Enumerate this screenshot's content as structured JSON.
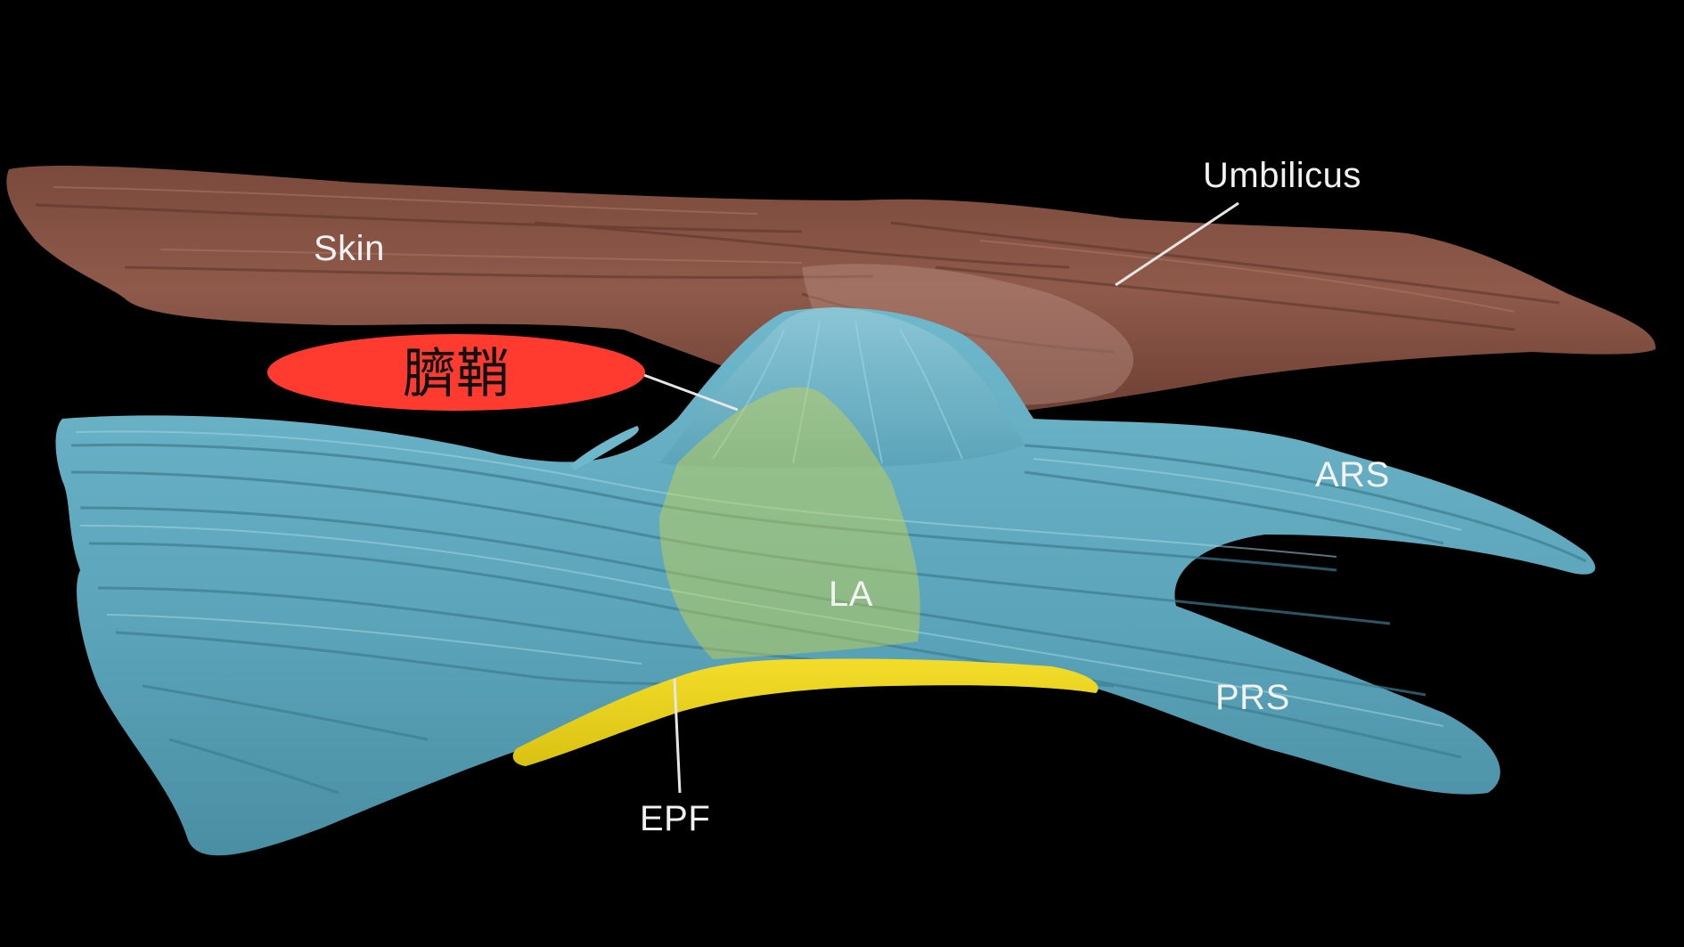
{
  "labels": {
    "skin": "Skin",
    "umbilicus": "Umbilicus",
    "ars": "ARS",
    "la": "LA",
    "prs": "PRS",
    "epf": "EPF"
  },
  "callout": {
    "text": "臍鞘",
    "color": "#ff3b30"
  },
  "colors": {
    "background": "#000000",
    "skin": "#8a5546",
    "sheath": "#5aa7bd",
    "fat": "#e7d21a",
    "label": "#f2f2f2"
  }
}
